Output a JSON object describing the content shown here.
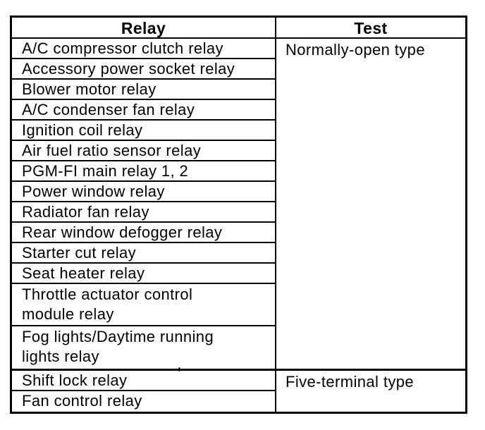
{
  "table": {
    "headers": {
      "relay": "Relay",
      "test": "Test"
    },
    "groups": [
      {
        "test": "Normally-open type",
        "relays": [
          "A/C compressor clutch relay",
          "Accessory power socket relay",
          "Blower motor relay",
          "A/C condenser fan relay",
          "Ignition coil relay",
          "Air fuel ratio sensor relay",
          "PGM-FI main relay 1, 2",
          "Power window relay",
          "Radiator fan relay",
          "Rear window defogger relay",
          "Starter cut relay",
          "Seat heater relay",
          "Throttle actuator control\nmodule relay",
          "Fog lights/Daytime running\nlights relay"
        ]
      },
      {
        "test": "Five-terminal type",
        "relays": [
          "Shift lock relay",
          "Fan control relay"
        ]
      }
    ],
    "stray_mark": ","
  }
}
